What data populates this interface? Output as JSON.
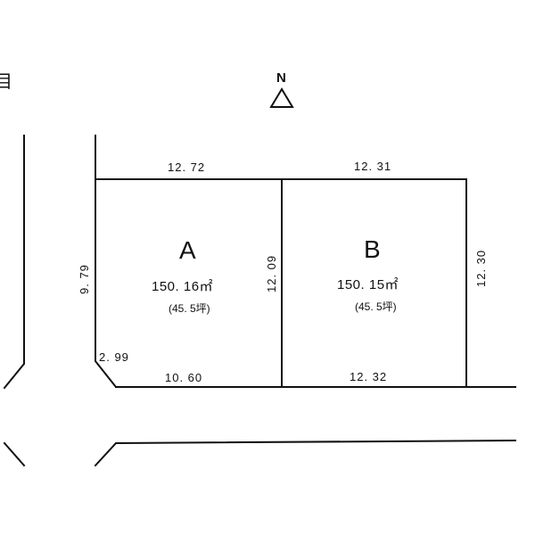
{
  "header_fragment": "目",
  "north_label": "N",
  "dimensions": {
    "top_a": "12. 72",
    "top_b": "12. 31",
    "left_side": "9. 79",
    "middle_divider": "12. 09",
    "right_side": "12. 30",
    "corner_cut": "2. 99",
    "bottom_a": "10. 60",
    "bottom_b": "12. 32"
  },
  "lots": [
    {
      "letter": "A",
      "area": "150. 16㎡",
      "tsubo": "(45. 5坪)"
    },
    {
      "letter": "B",
      "area": "150. 15㎡",
      "tsubo": "(45. 5坪)"
    }
  ]
}
